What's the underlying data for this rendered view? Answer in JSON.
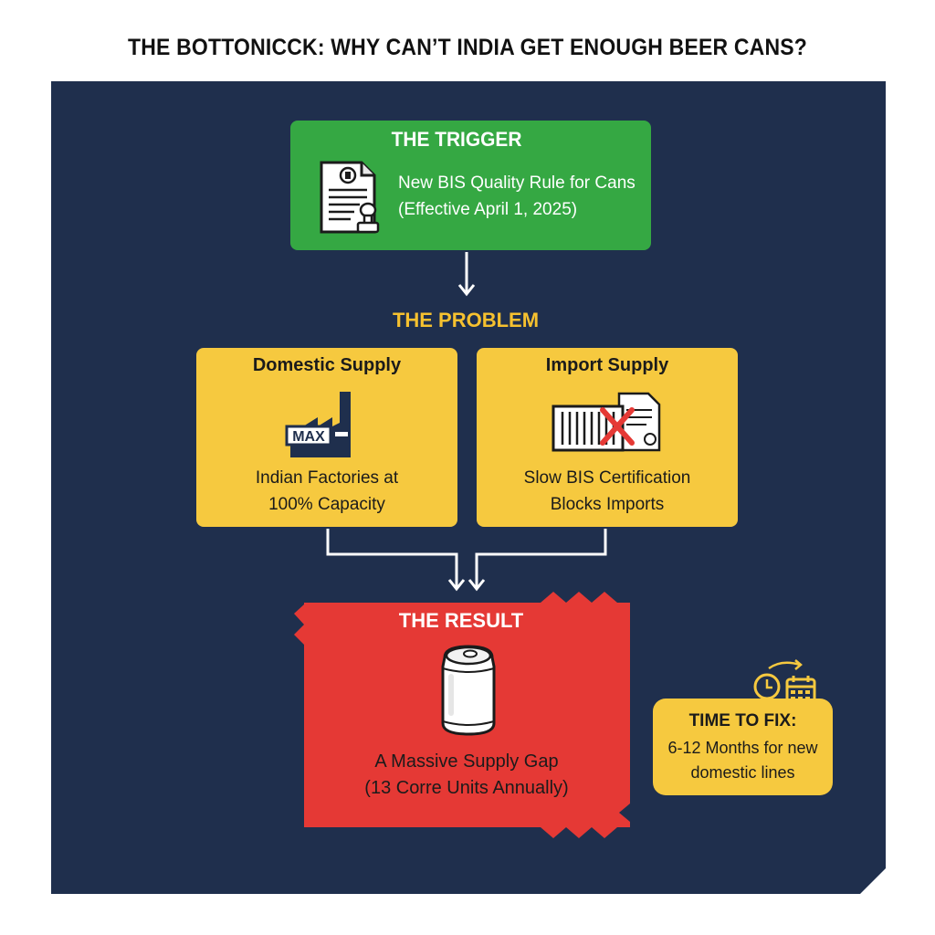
{
  "title": "THE BOTTONICCK: WHY CAN’T INDIA GET ENOUGH BEER CANS?",
  "trigger": {
    "heading": "THE TRIGGER",
    "line1": "New BIS Quality Rule for Cans",
    "line2": "(Effective April 1, 2025)"
  },
  "problem": {
    "heading": "THE PROBLEM",
    "domestic": {
      "title": "Domestic Supply",
      "icon_label": "MAX",
      "line1": "Indian Factories at",
      "line2": "100% Capacity"
    },
    "import": {
      "title": "Import Supply",
      "line1": "Slow BIS Certification",
      "line2": "Blocks Imports"
    }
  },
  "result": {
    "heading": "THE RESULT",
    "line1": "A Massive Supply Gap",
    "line2": "(13 Corre Units Annually)"
  },
  "fix": {
    "title": "TIME TO FIX:",
    "line1": "6-12 Months for new",
    "line2": "domestic lines"
  },
  "icons": {
    "trigger": "certificate-stamp-icon",
    "domestic": "factory-icon",
    "import": "blocked-container-icon",
    "result": "beer-can-icon",
    "fix": "clock-calendar-icon"
  },
  "colors": {
    "panel": "#1f2f4d",
    "trigger": "#35a843",
    "problem": "#f6c93f",
    "problem_heading": "#f6c12f",
    "result": "#e53935",
    "block_x": "#e53935"
  }
}
